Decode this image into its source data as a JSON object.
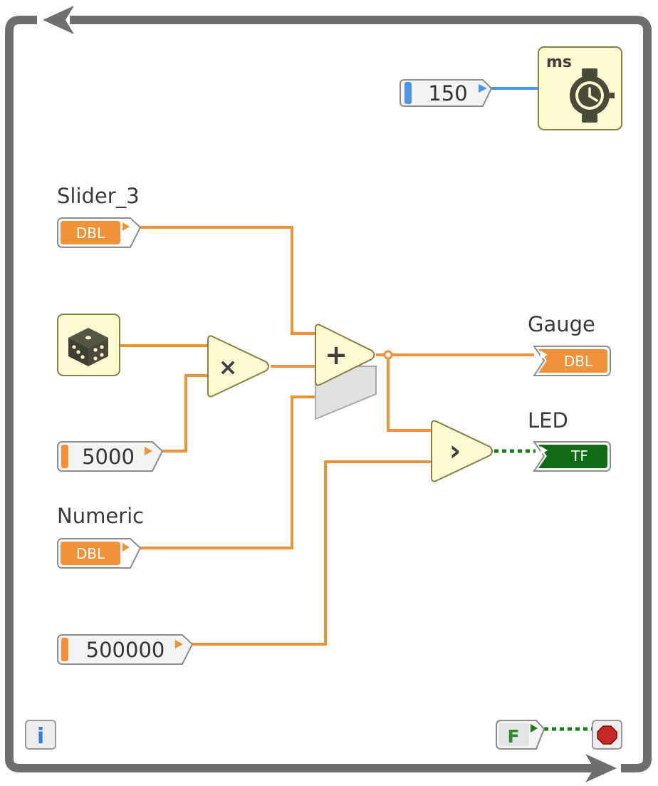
{
  "controls": {
    "slider": {
      "label": "Slider_3",
      "type_tag": "DBL"
    },
    "numeric": {
      "label": "Numeric",
      "type_tag": "DBL"
    }
  },
  "indicators": {
    "gauge": {
      "label": "Gauge",
      "type_tag": "DBL"
    },
    "led": {
      "label": "LED",
      "type_tag": "TF"
    }
  },
  "constants": {
    "wait_ms": "150",
    "multiplier": "5000",
    "threshold": "500000",
    "stop_bool": "F"
  },
  "nodes": {
    "wait": {
      "unit": "ms",
      "icon": "stopwatch-icon"
    },
    "random": {
      "icon": "dice-icon"
    },
    "multiply": {
      "symbol": "×"
    },
    "add": {
      "symbol": "+"
    },
    "greater": {
      "symbol": "›"
    },
    "iteration": {
      "symbol": "i"
    },
    "stop": {
      "icon": "stop-sign-icon"
    }
  },
  "colors": {
    "loop_border": "#6f6f6f",
    "numeric_wire": "#f0923a",
    "integer_wire": "#4a95e5",
    "boolean_wire": "#1f7a1f",
    "node_fill": "#fdfbd2",
    "node_border": "#8a7e43"
  }
}
